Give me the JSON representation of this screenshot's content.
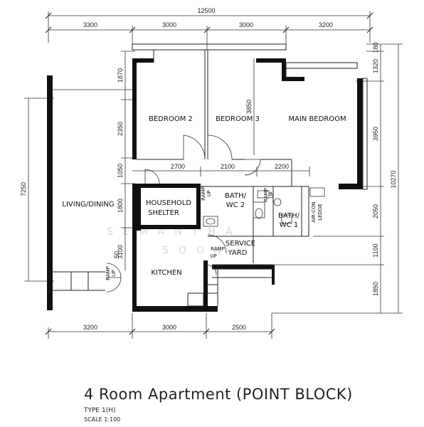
{
  "dimensions": {
    "top_total": "12500",
    "top_segments": [
      "3300",
      "3000",
      "3000",
      "3200"
    ],
    "bottom_segments": [
      "3200",
      "3000",
      "2500"
    ],
    "interior_row": [
      "2700",
      "2100",
      "2200"
    ],
    "left_total": "7250",
    "left_inner": [
      "1870",
      "2350",
      "1050",
      "1800",
      "3100"
    ],
    "right_outer": [
      "180",
      "1320",
      "3950",
      "2050",
      "1100",
      "1850"
    ],
    "right_total": "10270",
    "bedroom3_height": "3850",
    "entry_depth": "50"
  },
  "rooms": {
    "bedroom2": "BEDROOM 2",
    "bedroom3": "BEDROOM 3",
    "main_bedroom": "MAIN BEDROOM",
    "living_dining": "LIVING/DINING",
    "household_shelter_1": "HOUSEHOLD",
    "household_shelter_2": "SHELTER",
    "bath2_1": "BATH/",
    "bath2_2": "WC 2",
    "bath1_1": "BATH/",
    "bath1_2": "WC 1",
    "service_yard_1": "SERVICE",
    "service_yard_2": "YARD",
    "kitchen": "KITCHEN",
    "aircon_1": "AIR-CON",
    "aircon_2": "LEDGE"
  },
  "ramps": {
    "ramp": "RAMP",
    "up": "UP"
  },
  "watermark": {
    "line1": "SEMANTHA",
    "line2": "SOON"
  },
  "caption": {
    "title": "4 Room Apartment (POINT BLOCK)",
    "type": "TYPE 1(H)",
    "scale": "SCALE   1:100"
  }
}
